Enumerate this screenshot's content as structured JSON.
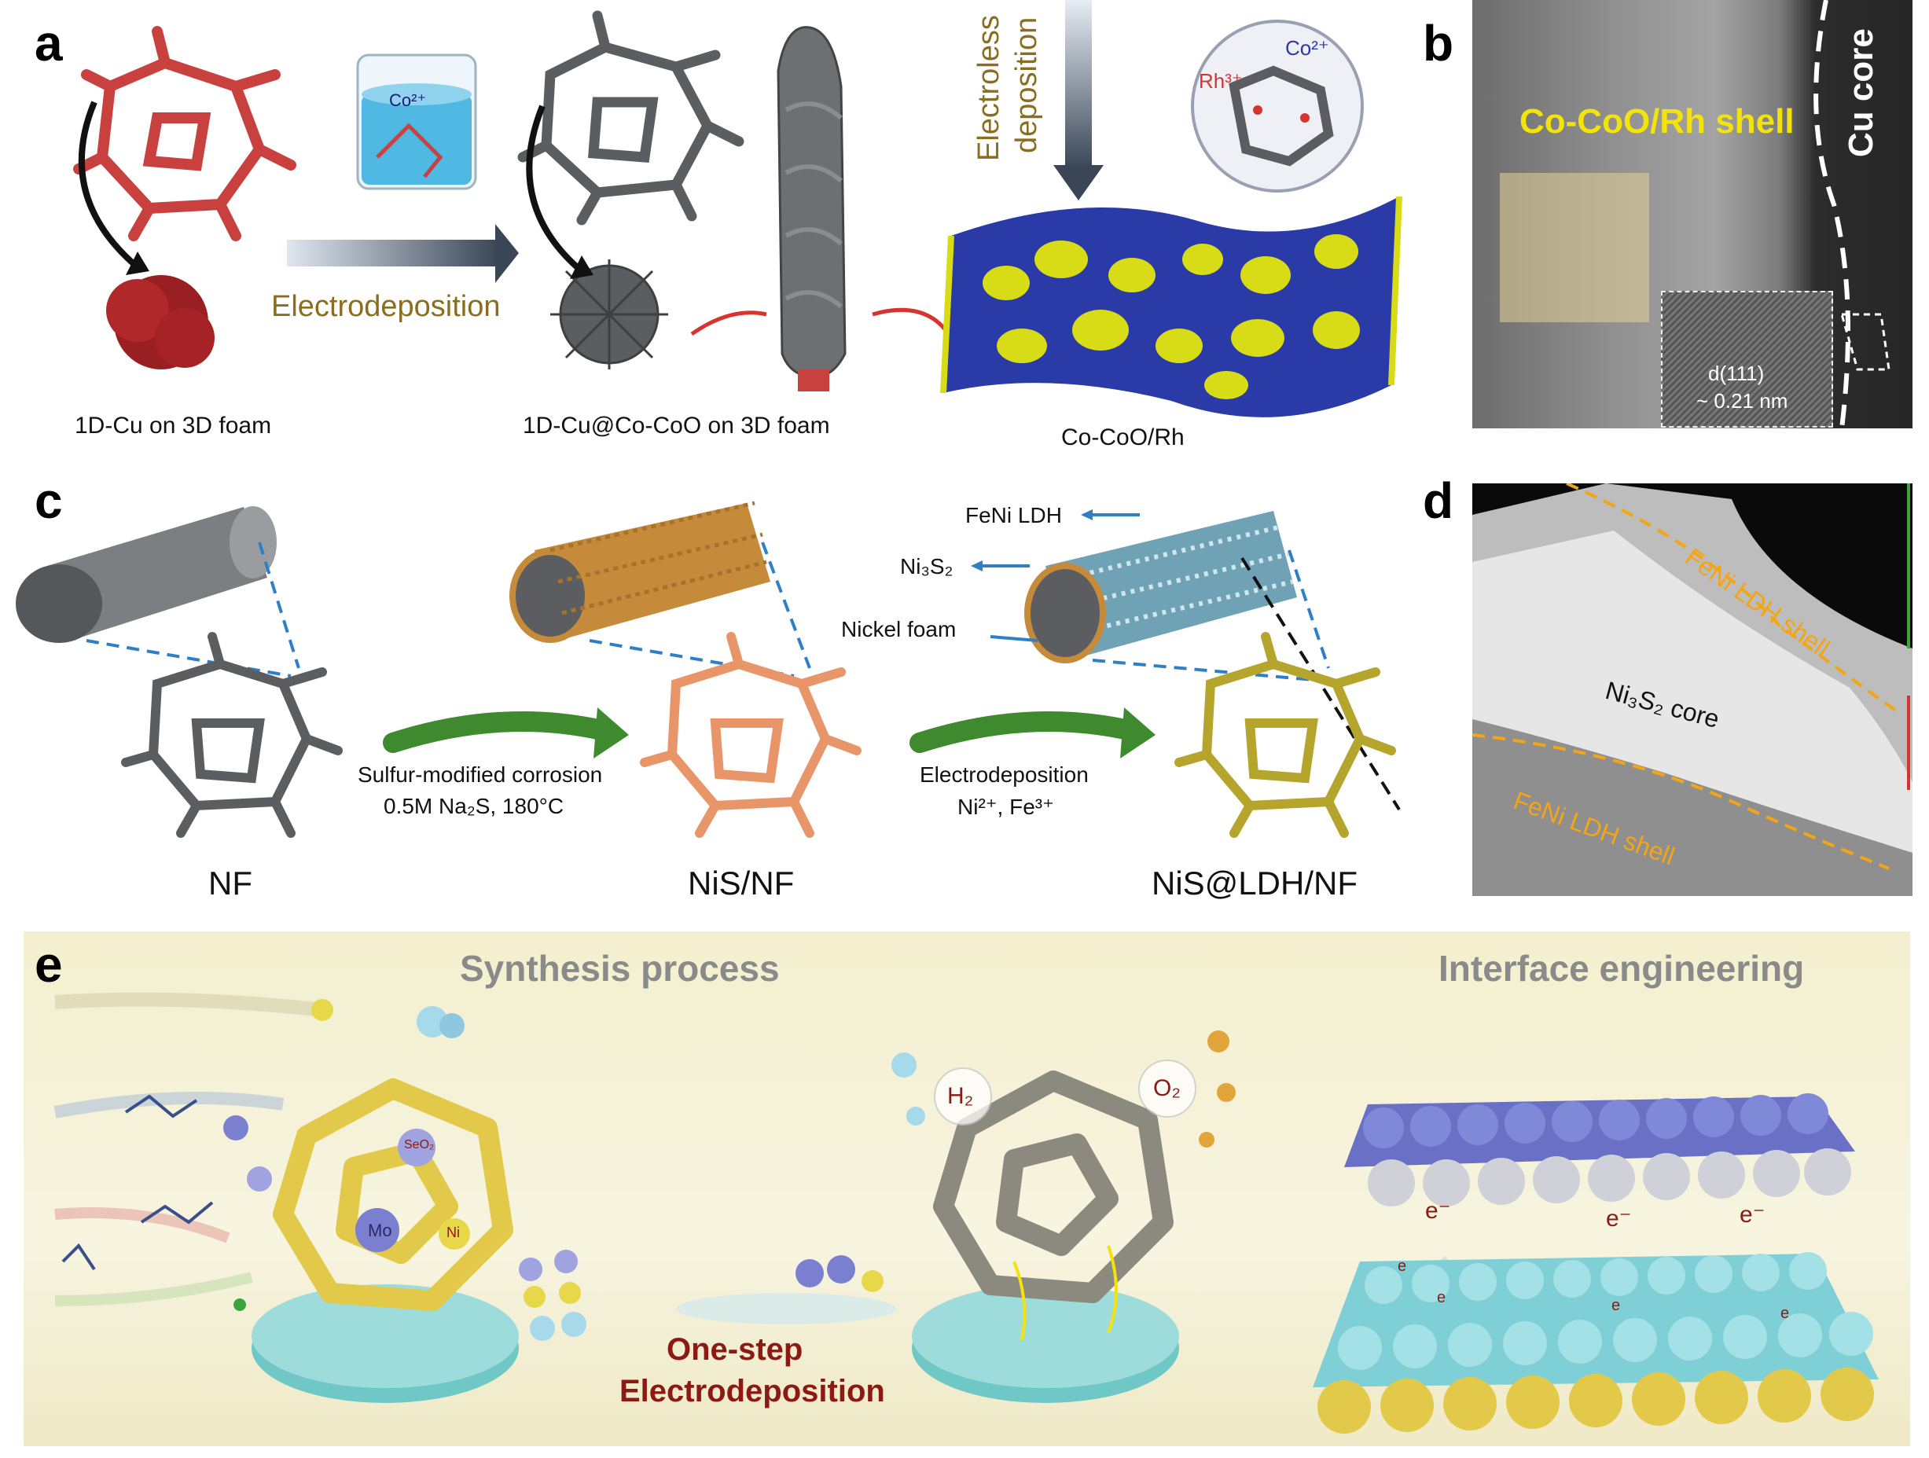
{
  "panels": {
    "a": {
      "letter": "a",
      "caption_left": "1D-Cu on 3D foam",
      "caption_mid": "1D-Cu@Co-CoO on 3D foam",
      "caption_right": "Co-CoO/Rh",
      "arrow_label": "Electrodeposition",
      "vertical_label_line1": "Electroless",
      "vertical_label_line2": "deposition",
      "beaker_ion": "Co²⁺",
      "inset_ion_rh": "Rh³⁺",
      "inset_ion_co": "Co²⁺"
    },
    "b": {
      "letter": "b",
      "shell_label": "Co-CoO/Rh shell",
      "core_label": "Cu core",
      "lattice_label_line1": "d(111)",
      "lattice_label_line2": "~ 0.21 nm"
    },
    "c": {
      "letter": "c",
      "label_nf": "NF",
      "label_nis": "NiS/NF",
      "label_nisldh": "NiS@LDH/NF",
      "step1_line1": "Sulfur-modified corrosion",
      "step1_line2": "0.5M Na₂S, 180°C",
      "step2_line1": "Electrodeposition",
      "step2_line2": "Ni²⁺, Fe³⁺",
      "callout_feni": "FeNi LDH",
      "callout_ni3s2": "Ni₃S₂",
      "callout_foam": "Nickel foam"
    },
    "d": {
      "letter": "d",
      "shell_top": "FeNi LDH shell",
      "core": "Ni₃S₂ core",
      "shell_bottom": "FeNi LDH shell"
    },
    "e": {
      "letter": "e",
      "title_left": "Synthesis process",
      "title_right": "Interface engineering",
      "center_line1": "One-step",
      "center_line2": "Electrodeposition",
      "h2": "H₂",
      "o2": "O₂",
      "mo": "Mo",
      "ni": "Ni",
      "seo": "SeO₂",
      "electron": "e⁻",
      "electron_small": "e"
    }
  },
  "colors": {
    "foam_red": "#c9413f",
    "foam_gray": "#5b5d60",
    "foam_orange": "#e8956a",
    "foam_olive": "#b5a52c",
    "arrow_dark": "#3a4656",
    "arrow_green": "#3f8a2e",
    "label_gold": "#8a6d1f",
    "shell_yellow": "#f2e30d",
    "dashed_blue": "#2f7fc6",
    "panel_e_bg": "#f3efcf",
    "title_gray": "#8a8a8a",
    "dark_red": "#8b1a12",
    "lattice_blue": "#2a3aa6",
    "lattice_yellow": "#d8dc17",
    "ldh_orange": "#f3a516"
  }
}
